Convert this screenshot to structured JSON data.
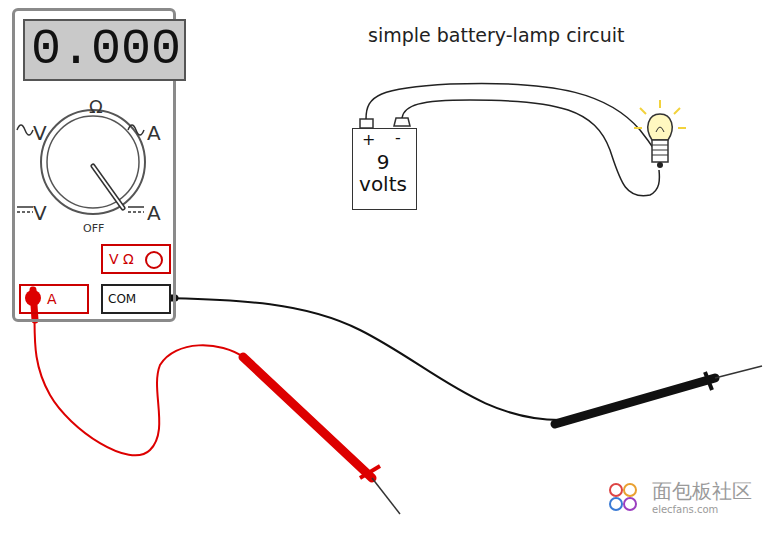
{
  "diagram": {
    "title": "simple battery-lamp circuit",
    "nodes": [
      {
        "text": [
          "Ω",
          "V",
          "A",
          "V",
          "A",
          "OFF"
        ]
      },
      {
        "text": [
          "0.000"
        ],
        "in": 0
      },
      {
        "text": [
          "V Ω"
        ],
        "in": 0
      },
      {
        "text": [
          "A"
        ],
        "in": 0
      },
      {
        "text": [
          "COM"
        ],
        "in": 0
      },
      {
        "text": [
          "+",
          "-",
          "9 volts"
        ]
      }
    ],
    "labels": [
      "面包板社区",
      "elecfans.com"
    ]
  }
}
